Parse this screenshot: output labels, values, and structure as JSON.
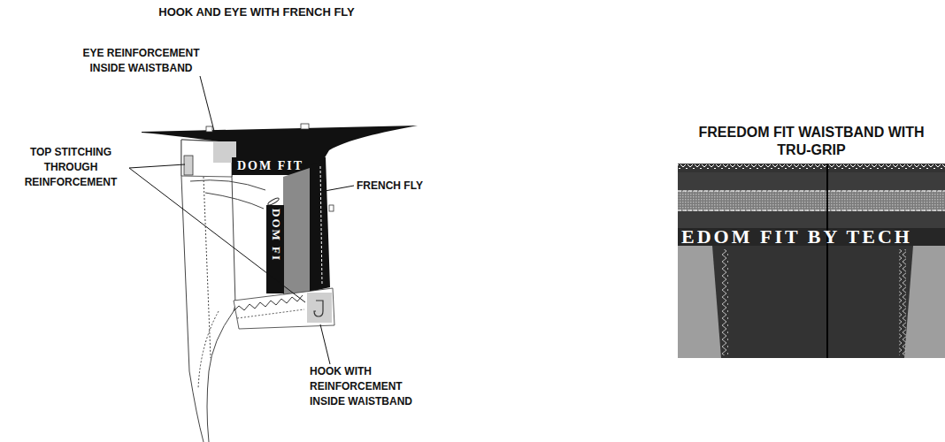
{
  "diagram": {
    "nodes": [
      {
        "text": [
          "FREEDOM FIT WAISTBAND WITH TRU-GRIP",
          "EDOM FIT BY TECH"
        ]
      }
    ],
    "labels": [
      "HOOK AND EYE WITH FRENCH FLY",
      "EYE REINFORCEMENT INSIDE WAISTBAND",
      "TOP STITCHING THROUGH REINFORCEMENT",
      "FRENCH FLY",
      "HOOK WITH REINFORCEMENT INSIDE WAISTBAND",
      "DOM FIT",
      "DOM FI"
    ]
  }
}
